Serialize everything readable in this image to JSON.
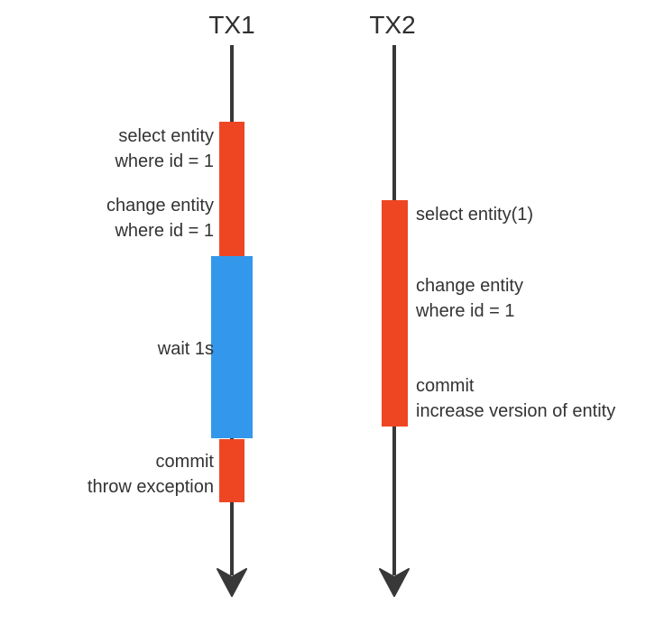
{
  "diagram": {
    "type": "transaction-timeline",
    "background": "#ffffff",
    "colors": {
      "active_bar": "#ee4623",
      "wait_bar": "#3398ec",
      "timeline_line": "#383838",
      "text": "#333333"
    },
    "tx1": {
      "title": "TX1",
      "labels": {
        "select": "select entity\nwhere id = 1",
        "change": "change entity\nwhere id = 1",
        "wait": "wait 1s",
        "commit": "commit\nthrow exception"
      },
      "segments": [
        {
          "kind": "active",
          "steps": [
            "select entity where id = 1",
            "change entity where id = 1"
          ]
        },
        {
          "kind": "wait",
          "steps": [
            "wait 1s"
          ]
        },
        {
          "kind": "active",
          "steps": [
            "commit",
            "throw exception"
          ]
        }
      ]
    },
    "tx2": {
      "title": "TX2",
      "labels": {
        "select": "select entity(1)",
        "change": "change entity\nwhere id = 1",
        "commit": "commit\nincrease version of entity"
      },
      "segments": [
        {
          "kind": "active",
          "steps": [
            "select entity(1)",
            "change entity where id = 1",
            "commit",
            "increase version of entity"
          ]
        }
      ]
    }
  }
}
